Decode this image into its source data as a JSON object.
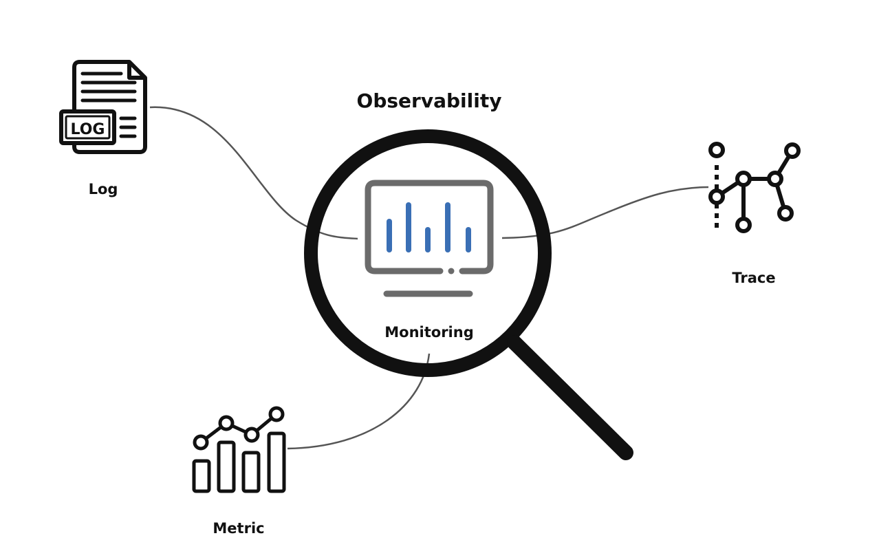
{
  "diagram": {
    "title": "Observability",
    "center_label": "Monitoring",
    "nodes": {
      "log": {
        "label": "Log",
        "icon_text": "LOG",
        "icon": "log-document-icon"
      },
      "trace": {
        "label": "Trace",
        "icon": "trace-graph-icon"
      },
      "metric": {
        "label": "Metric",
        "icon": "metric-chart-icon"
      }
    },
    "center_icon": "monitor-chart-icon",
    "magnifier_icon": "magnifying-glass-icon"
  },
  "colors": {
    "icon_stroke": "#111111",
    "monitor_frame": "#6b6b6b",
    "monitor_bars": "#3a6fb5",
    "connector": "#555555",
    "background": "#ffffff"
  }
}
